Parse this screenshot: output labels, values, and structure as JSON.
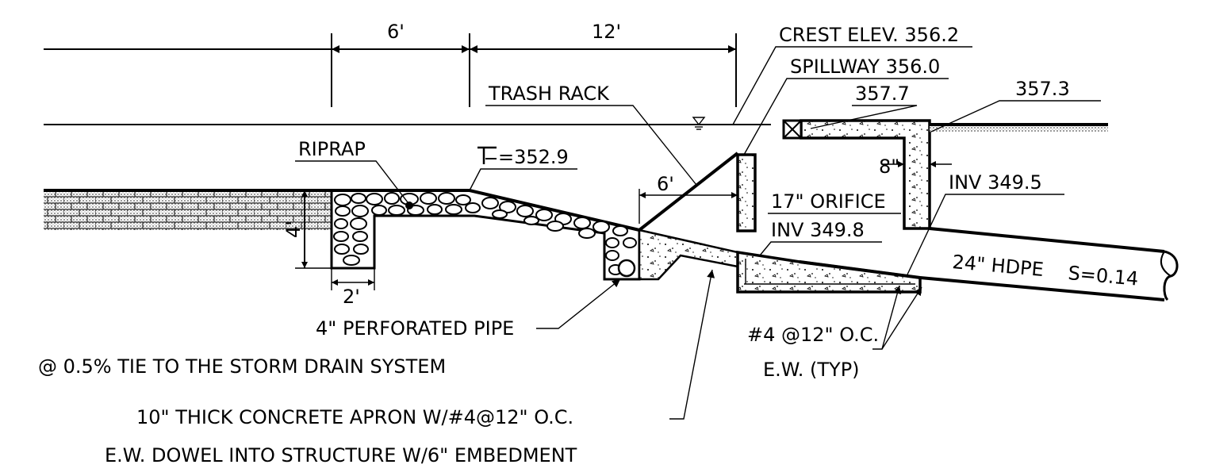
{
  "labels": {
    "dim_6ft_top": "6'",
    "dim_12ft_top": "12'",
    "crest_elev": "CREST ELEV. 356.2",
    "spillway": "SPILLWAY 356.0",
    "elev_357_7": "357.7",
    "elev_357_3": "357.3",
    "trash_rack": "TRASH RACK",
    "riprap": "RIPRAP",
    "centerline_elev": "=352.9",
    "dim_8in": "8\"",
    "inv_349_5": "INV 349.5",
    "dim_6ft_rack": "6'",
    "orifice": "17\" ORIFICE",
    "inv_349_8": "INV 349.8",
    "dim_4ft": "4'",
    "pipe_label": "24\" HDPE",
    "slope": "S=0.14",
    "dim_2ft": "2'",
    "perf_pipe_line1": "4\" PERFORATED PIPE",
    "perf_pipe_line2": "@ 0.5% TIE TO THE STORM DRAIN SYSTEM",
    "rebar_line1": "#4 @12\" O.C.",
    "rebar_line2": "E.W. (TYP)",
    "apron_line1": "10\" THICK CONCRETE APRON W/#4@12\" O.C.",
    "apron_line2": "E.W. DOWEL INTO STRUCTURE W/6\" EMBEDMENT"
  }
}
